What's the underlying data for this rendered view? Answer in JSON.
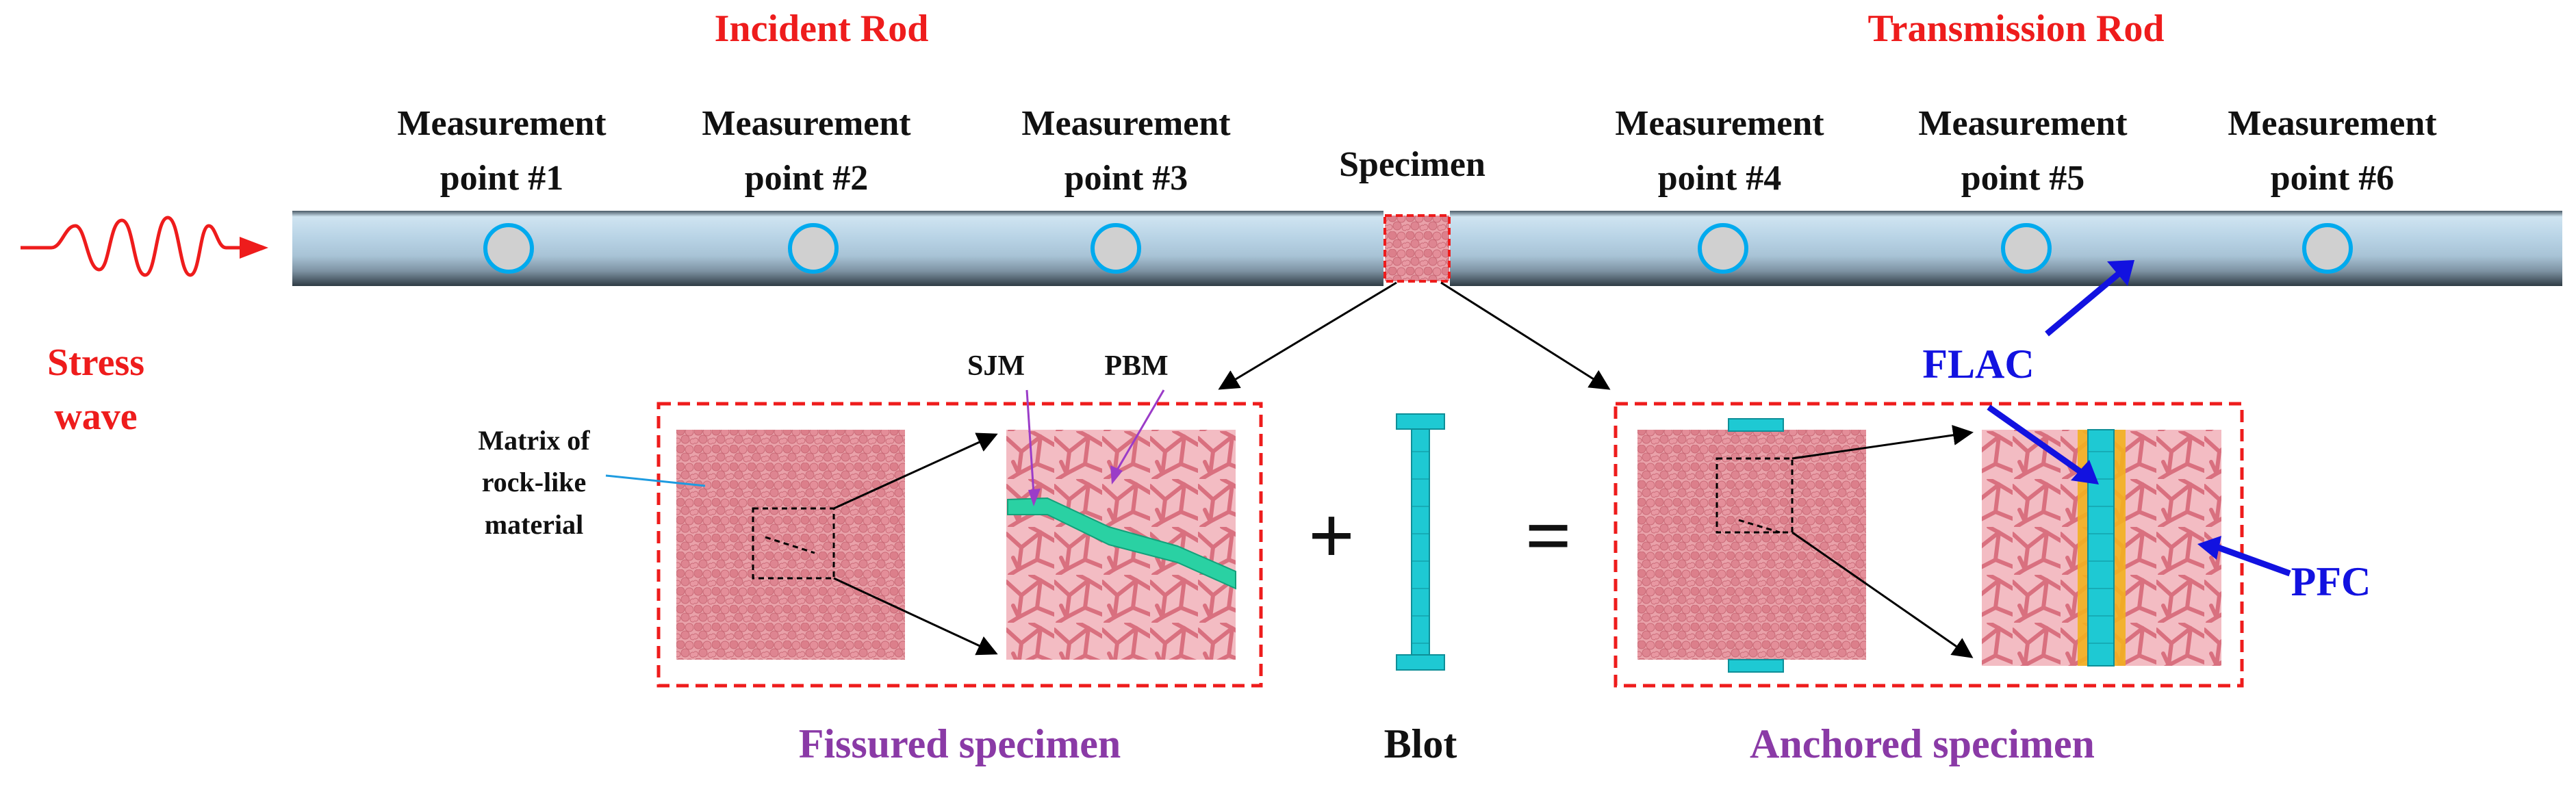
{
  "labels": {
    "incident_rod": "Incident Rod",
    "transmission_rod": "Transmission Rod",
    "specimen": "Specimen",
    "stress_wave_line1": "Stress",
    "stress_wave_line2": "wave",
    "mp_word": "Measurement",
    "mp1": "point #1",
    "mp2": "point #2",
    "mp3": "point #3",
    "mp4": "point #4",
    "mp5": "point #5",
    "mp6": "point #6",
    "sjm": "SJM",
    "pbm": "PBM",
    "matrix_line1": "Matrix of",
    "matrix_line2": "rock-like",
    "matrix_line3": "material",
    "flac": "FLAC",
    "pfc": "PFC",
    "plus": "+",
    "equals": "=",
    "fissured_specimen": "Fissured specimen",
    "blot": "Blot",
    "anchored_specimen": "Anchored specimen"
  },
  "colors": {
    "rod_title": "#ee1c1c",
    "caption": "#8a3aa6",
    "code_label": "#1212e0",
    "specimen_fill": "#e88b96",
    "joint": "#2ad1a3",
    "bolt": "#1ec9d3",
    "grout": "#f2b01f",
    "measurement_ring": "#00aaee"
  }
}
